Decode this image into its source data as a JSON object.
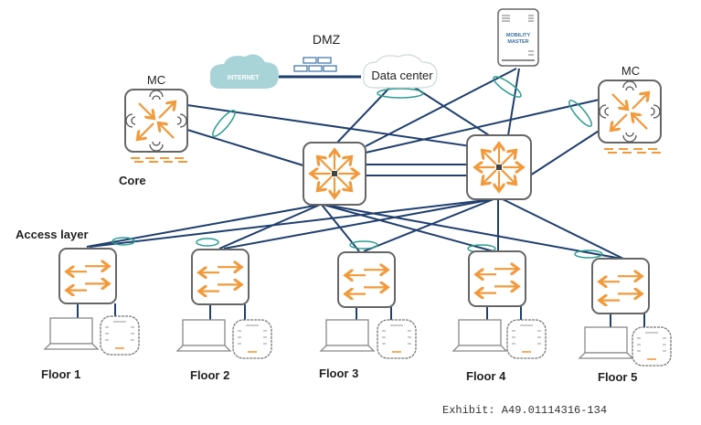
{
  "labels": {
    "dmz": "DMZ",
    "internet": "INTERNET",
    "data_center": "Data center",
    "mobility_master": [
      "MOBILITY",
      "MASTER"
    ],
    "mc_left": "MC",
    "mc_right": "MC",
    "core": "Core",
    "access_layer": "Access layer",
    "floors": [
      "Floor 1",
      "Floor 2",
      "Floor 3",
      "Floor 4",
      "Floor 5"
    ],
    "exhibit": "Exhibit: A49.01114316-134"
  },
  "colors": {
    "link": "#1f3f6e",
    "lag_ring": "#2a9d8f",
    "device_border": "#666666",
    "arrow_orange": "#f2993a",
    "internet_cloud": "#a8d4d8",
    "dmz_firewall": "#3a6ea5"
  }
}
